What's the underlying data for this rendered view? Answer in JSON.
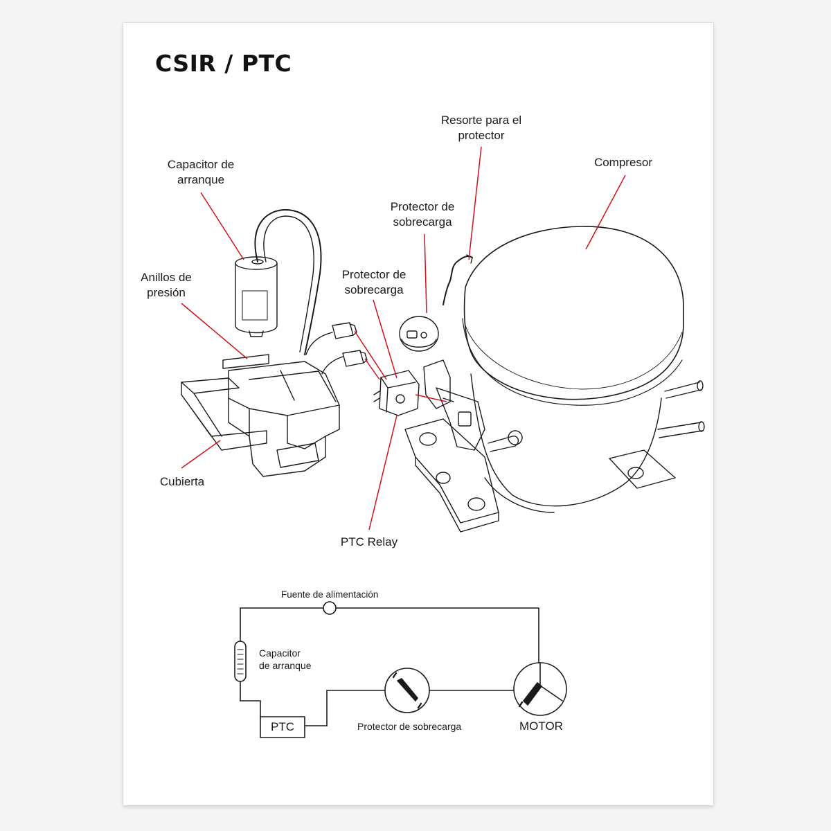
{
  "title": "CSIR / PTC",
  "callouts": {
    "capacitor": "Capacitor de\narranque",
    "anillos": "Anillos de\npresión",
    "cubierta": "Cubierta",
    "resorte": "Resorte para el\nprotector",
    "compresor": "Compresor",
    "protector_top": "Protector de\nsobrecarga",
    "protector_mid": "Protector de\nsobrecarga",
    "ptc_relay": "PTC Relay"
  },
  "schematic": {
    "power": "Fuente de alimentación",
    "capacitor": "Capacitor\nde arranque",
    "ptc": "PTC",
    "protector": "Protector de sobrecarga",
    "motor": "MOTOR"
  },
  "colors": {
    "leader": "#d0111b",
    "ink": "#1a1a1a"
  }
}
